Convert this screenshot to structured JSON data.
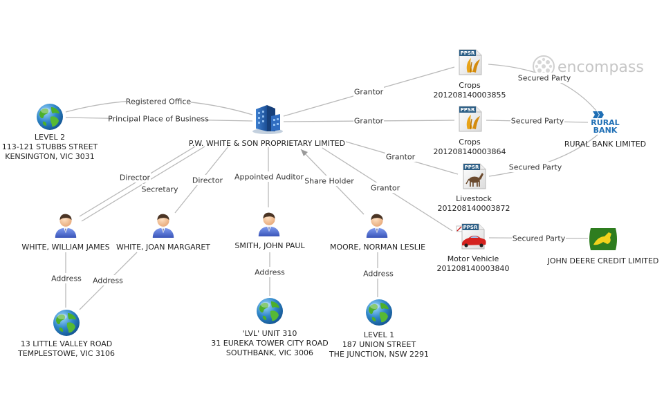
{
  "watermark": "encompass",
  "nodes": {
    "company": {
      "lines": [
        "P.W. WHITE & SON PROPRIETARY LIMITED"
      ]
    },
    "addr_office": {
      "lines": [
        "LEVEL 2",
        "113-121 STUBBS STREET",
        "KENSINGTON, VIC 3031"
      ]
    },
    "william": {
      "lines": [
        "WHITE, WILLIAM JAMES"
      ]
    },
    "joan": {
      "lines": [
        "WHITE, JOAN MARGARET"
      ]
    },
    "smith": {
      "lines": [
        "SMITH, JOHN PAUL"
      ]
    },
    "moore": {
      "lines": [
        "MOORE, NORMAN LESLIE"
      ]
    },
    "addr_templestowe": {
      "lines": [
        "13 LITTLE VALLEY ROAD",
        "TEMPLESTOWE, VIC 3106"
      ]
    },
    "addr_southbank": {
      "lines": [
        "'LVL' UNIT 310",
        "31 EUREKA TOWER CITY ROAD",
        "SOUTHBANK, VIC 3006"
      ]
    },
    "addr_junction": {
      "lines": [
        "LEVEL 1",
        "187 UNION STREET",
        "THE JUNCTION, NSW 2291"
      ]
    },
    "crops1": {
      "lines": [
        "Crops",
        "201208140003855"
      ],
      "badge": "PPSR"
    },
    "crops2": {
      "lines": [
        "Crops",
        "201208140003864"
      ],
      "badge": "PPSR"
    },
    "livestock": {
      "lines": [
        "Livestock",
        "201208140003872"
      ],
      "badge": "PPSR"
    },
    "vehicle": {
      "lines": [
        "Motor Vehicle",
        "201208140003840"
      ],
      "badge": "PPSR"
    },
    "rural": {
      "lines": [
        "RURAL BANK LIMITED"
      ],
      "logo": [
        "RURAL",
        "BANK"
      ]
    },
    "deere": {
      "lines": [
        "JOHN DEERE CREDIT LIMITED"
      ]
    }
  },
  "edges": {
    "registered_office": "Registered Office",
    "principal_place": "Principal Place of Business",
    "director_william": "Director",
    "secretary_william": "Secretary",
    "director_joan": "Director",
    "appointed_auditor": "Appointed Auditor",
    "share_holder": "Share Holder",
    "grantor_crops1": "Grantor",
    "grantor_crops2": "Grantor",
    "grantor_livestock": "Grantor",
    "grantor_vehicle": "Grantor",
    "secured_crops1": "Secured Party",
    "secured_crops2": "Secured Party",
    "secured_livestock": "Secured Party",
    "secured_vehicle": "Secured Party",
    "address_william": "Address",
    "address_joan": "Address",
    "address_smith": "Address",
    "address_moore": "Address"
  },
  "colors": {
    "edge": "#b9b9b9",
    "globe_water": "#2f86c8",
    "globe_land": "#4caf2a",
    "person_shirt": "#4f6fd4",
    "rural_bank": "#1f6fb5",
    "deere_green": "#2e7d1f",
    "deere_yellow": "#f2d21c"
  }
}
